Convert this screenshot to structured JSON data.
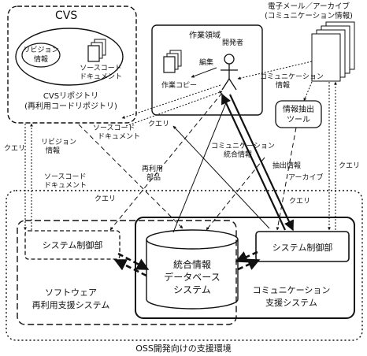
{
  "cvs": {
    "title": "CVS",
    "revision_info": [
      "リビジョン",
      "情報"
    ],
    "source_doc": [
      "ソースコード",
      "ドキュメント"
    ],
    "repository": [
      "CVSリポジトリ",
      "(再利用コードリポジトリ)"
    ]
  },
  "work_area": {
    "title": "作業領域",
    "developer": "開発者",
    "edit": "編集",
    "work_copy": "作業コピー"
  },
  "mail_archive": {
    "title": [
      "電子メール／アーカイブ",
      "(コミュニケーション情報)"
    ]
  },
  "tool": {
    "label": [
      "情報抽出",
      "ツール"
    ]
  },
  "edge_labels": {
    "query_cvs_left": "クエリ",
    "revision_info": [
      "リビジョン",
      "情報"
    ],
    "source_doc_lower": [
      "ソースコード",
      "ドキュメント"
    ],
    "source_doc_upper": [
      "ソースコード",
      "ドキュメント"
    ],
    "query_dev_cvs": "クエリ",
    "reuse_parts": [
      "再利用",
      "部品"
    ],
    "comm_info": [
      "コミュニケーション",
      "情報"
    ],
    "comm_integrated": [
      "コミュニケーション",
      "統合情報"
    ],
    "extract_info": "抽出情報",
    "archive": "アーカイブ",
    "query_mail": "クエリ",
    "query_left_sys": "クエリ",
    "query_right_sys": "クエリ"
  },
  "oss": {
    "reuse_ctrl": "システム制御部",
    "reuse_system": [
      "ソフトウェア",
      "再利用支援システム"
    ],
    "db_system": [
      "統合情報",
      "データベース",
      "システム"
    ],
    "comm_ctrl": "システム制御部",
    "comm_system": [
      "コミュニケーション",
      "支援システム"
    ],
    "caption": "OSS開発向けの支援環境"
  }
}
